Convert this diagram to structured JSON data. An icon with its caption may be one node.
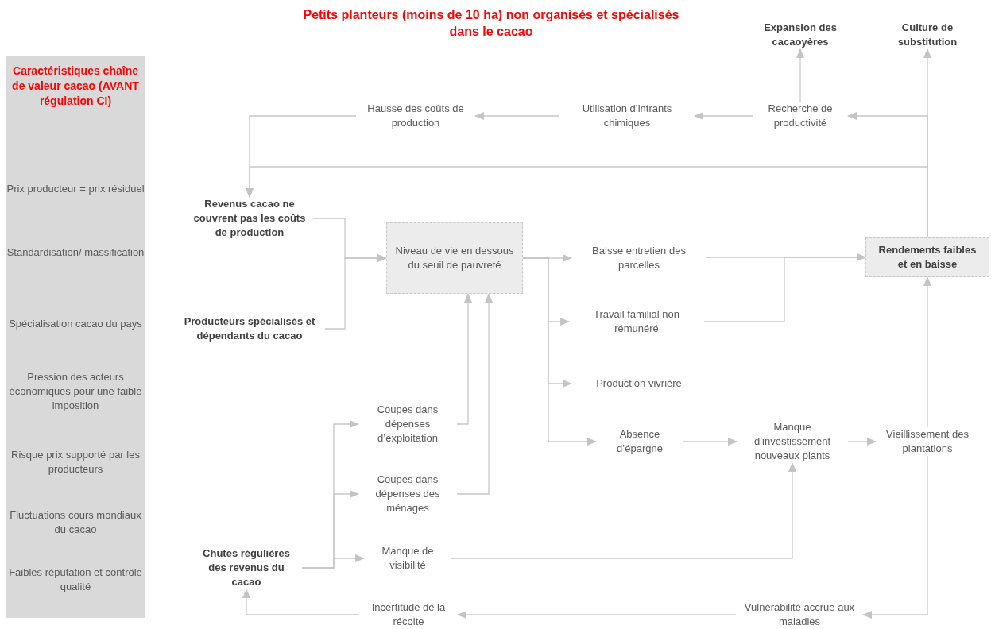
{
  "diagram": {
    "title": "Petits planteurs (moins de 10 ha) non organisés et spécialisés dans le cacao",
    "nodes": [
      {
        "text": [
          "Caractéristiques chaîne de valeur cacao (AVANT régulation CI)",
          "Prix producteur = prix résiduel",
          "Standardisation/ massification",
          "Spécialisation cacao du pays",
          "Pression des acteurs économiques pour une faible imposition",
          "Risque prix supporté par les producteurs",
          "Fluctuations cours mondiaux du cacao",
          "Faibles réputation et contrôle qualité"
        ]
      },
      {
        "text": [
          "Expansion des cacaoyères"
        ]
      },
      {
        "text": [
          "Culture de substitution"
        ]
      },
      {
        "text": [
          "Hausse des coûts de production"
        ]
      },
      {
        "text": [
          "Utilisation d’intrants chimiques"
        ]
      },
      {
        "text": [
          "Recherche de productivité"
        ]
      },
      {
        "text": [
          "Revenus cacao ne couvrent pas les coûts de production"
        ]
      },
      {
        "text": [
          "Niveau de vie en dessous du seuil de pauvreté"
        ]
      },
      {
        "text": [
          "Baisse entretien des parcelles"
        ]
      },
      {
        "text": [
          "Rendements faibles et en baisse"
        ]
      },
      {
        "text": [
          "Travail familial non rémunéré"
        ]
      },
      {
        "text": [
          "Producteurs spécialisés et dépendants du cacao"
        ]
      },
      {
        "text": [
          "Production vivrière"
        ]
      },
      {
        "text": [
          "Coupes dans dépenses d’exploitation"
        ]
      },
      {
        "text": [
          "Absence d’épargne"
        ]
      },
      {
        "text": [
          "Manque d’investissement nouveaux plants"
        ]
      },
      {
        "text": [
          "Vieillissement des plantations"
        ]
      },
      {
        "text": [
          "Coupes dans dépenses des ménages"
        ]
      },
      {
        "text": [
          "Chutes régulières des revenus du cacao"
        ]
      },
      {
        "text": [
          "Manque de visibilité"
        ]
      },
      {
        "text": [
          "Incertitude de la récolte"
        ]
      },
      {
        "text": [
          "Vulnérabilité accrue aux maladies"
        ]
      }
    ],
    "edges": [
      {
        "from": 9,
        "to": 2,
        "arrow": "to"
      },
      {
        "from": 9,
        "to": 5,
        "arrow": "to"
      },
      {
        "from": 9,
        "to": 6,
        "arrow": "to"
      },
      {
        "from": 5,
        "to": 1,
        "arrow": "to"
      },
      {
        "from": 5,
        "to": 4,
        "arrow": "to"
      },
      {
        "from": 4,
        "to": 3,
        "arrow": "to"
      },
      {
        "from": 3,
        "to": 6,
        "arrow": "to"
      },
      {
        "from": 6,
        "to": 7,
        "arrow": "to"
      },
      {
        "from": 11,
        "to": 7,
        "arrow": "to"
      },
      {
        "from": 7,
        "to": 8,
        "arrow": "to"
      },
      {
        "from": 7,
        "to": 10,
        "arrow": "to"
      },
      {
        "from": 7,
        "to": 12,
        "arrow": "to"
      },
      {
        "from": 7,
        "to": 14,
        "arrow": "to"
      },
      {
        "from": 8,
        "to": 9,
        "arrow": "to"
      },
      {
        "from": 10,
        "to": 9,
        "arrow": "to"
      },
      {
        "from": 13,
        "to": 7,
        "arrow": "to"
      },
      {
        "from": 17,
        "to": 7,
        "arrow": "to"
      },
      {
        "from": 18,
        "to": 13,
        "arrow": "to"
      },
      {
        "from": 18,
        "to": 17,
        "arrow": "to"
      },
      {
        "from": 18,
        "to": 19,
        "arrow": "to"
      },
      {
        "from": 19,
        "to": 15,
        "arrow": "to"
      },
      {
        "from": 14,
        "to": 15,
        "arrow": "to"
      },
      {
        "from": 15,
        "to": 16,
        "arrow": "to"
      },
      {
        "from": 16,
        "to": 9,
        "arrow": "to"
      },
      {
        "from": 16,
        "to": 21,
        "arrow": "to"
      },
      {
        "from": 21,
        "to": 20,
        "arrow": "to"
      },
      {
        "from": 20,
        "to": 18,
        "arrow": "to"
      }
    ]
  }
}
